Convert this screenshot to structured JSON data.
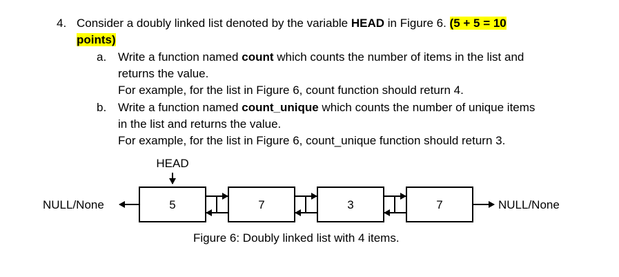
{
  "question": {
    "number": "4.",
    "intro": "Consider a doubly linked list denoted by the variable ",
    "head_var": "HEAD",
    "intro_after": " in Figure 6. ",
    "points_line1": "(5 + 5 = 10",
    "points_line2": "points)"
  },
  "part_a": {
    "marker": "a.",
    "line1_pre": "Write a function named ",
    "func": "count",
    "line1_post": " which counts the number of items in the list and",
    "line2": "returns the value.",
    "example": "For example, for the list in Figure 6, count function should return 4."
  },
  "part_b": {
    "marker": "b.",
    "line1_pre": "Write a function named ",
    "func": "count_unique",
    "line1_post": " which counts the number of unique items",
    "line2": "in the list and returns the value.",
    "example": "For example, for the list in Figure 6, count_unique function should return 3."
  },
  "figure": {
    "head_label": "HEAD",
    "left_null": "NULL/None",
    "right_null": "NULL/None",
    "nodes": [
      "5",
      "7",
      "3",
      "7"
    ],
    "caption": "Figure 6: Doubly linked list with 4 items."
  }
}
